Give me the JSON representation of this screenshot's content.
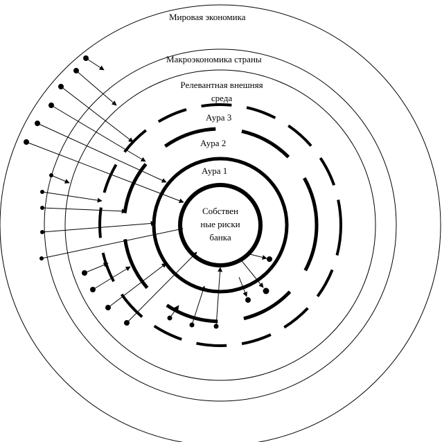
{
  "labels": {
    "world": "Мировая экономика",
    "macro": "Макроэкономика страны",
    "env_line1": "Релевантная внешняя",
    "env_line2": "среда",
    "aura3": "Аура 3",
    "aura2": "Аура 2",
    "aura1": "Аура 1",
    "core_line1": "Собствен",
    "core_line2": "ные риски",
    "core_line3": "банка"
  },
  "colors": {
    "stroke": "#000000",
    "background": "#ffffff"
  }
}
